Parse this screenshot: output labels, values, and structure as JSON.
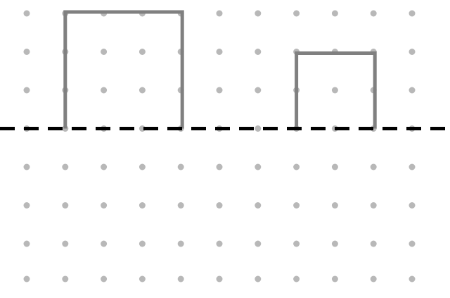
{
  "diagram": {
    "grid": {
      "columns": 11,
      "rows": 8,
      "dot_color": "#b8b8b8"
    },
    "baseline": {
      "row": 3,
      "style": "dashed",
      "color": "#000000"
    },
    "shapes": [
      {
        "name": "open-rectangle-left",
        "left_col": 1,
        "right_col": 4,
        "height_units": 3,
        "color": "#808080"
      },
      {
        "name": "open-rectangle-right",
        "left_col": 7,
        "right_col": 9,
        "height_units": 2,
        "color": "#808080"
      }
    ]
  }
}
